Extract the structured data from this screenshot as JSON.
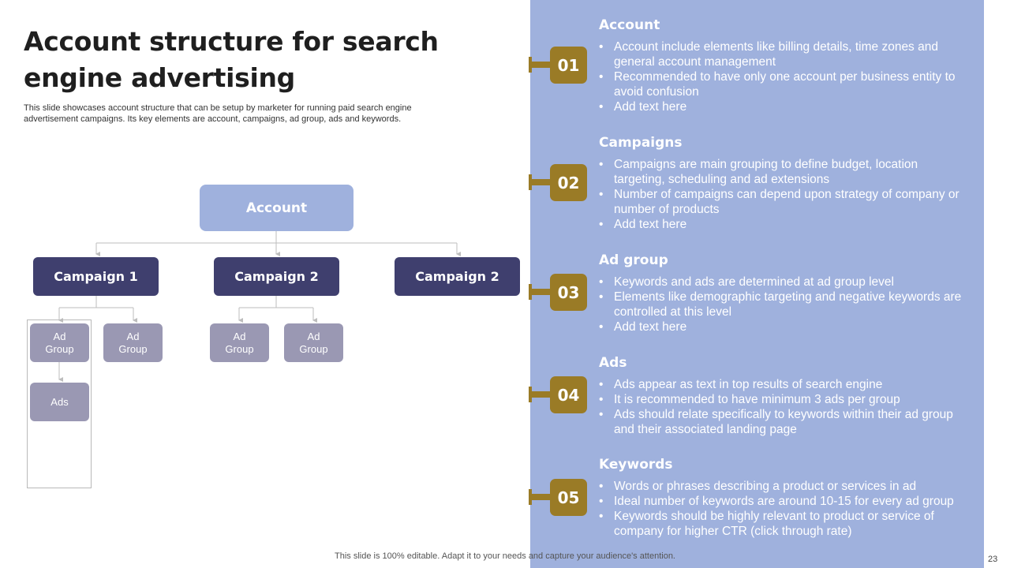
{
  "title": "Account structure for search engine advertising",
  "subtitle": "This slide showcases account structure that can be setup by marketer for running paid search engine advertisement campaigns. Its key elements are account, campaigns, ad group, ads and keywords.",
  "diagram": {
    "root": "Account",
    "campaigns": [
      "Campaign 1",
      "Campaign 2",
      "Campaign 2"
    ],
    "ad_group_label": "Ad Group",
    "ads_label": "Ads"
  },
  "sections": [
    {
      "number": "01",
      "title": "Account",
      "bullets": [
        "Account include elements like billing details, time zones and general account management",
        "Recommended to have only one account per business entity to avoid confusion",
        "Add text here"
      ]
    },
    {
      "number": "02",
      "title": "Campaigns",
      "bullets": [
        "Campaigns are main grouping to define budget, location targeting, scheduling and ad extensions",
        "Number of campaigns can depend upon strategy of company or number of products",
        "Add text here"
      ]
    },
    {
      "number": "03",
      "title": "Ad group",
      "bullets": [
        "Keywords and ads are determined at ad group level",
        "Elements like demographic targeting and negative keywords are controlled at this level",
        "Add text here"
      ]
    },
    {
      "number": "04",
      "title": "Ads",
      "bullets": [
        "Ads appear as text in top results of search engine",
        "It is recommended to have minimum 3 ads per group",
        "Ads should relate specifically to keywords within their ad group and their associated landing page"
      ]
    },
    {
      "number": "05",
      "title": "Keywords",
      "bullets": [
        "Words or phrases describing a product or services in ad",
        "Ideal number of keywords are around 10-15 for every ad group",
        "Keywords should be highly relevant to product or service of company for higher CTR (click through rate)"
      ]
    }
  ],
  "footer": "This slide is 100% editable. Adapt it to your needs and capture your audience's attention.",
  "page_number": "23",
  "colors": {
    "panel": "#9fb1dd",
    "campaign": "#3f3f6e",
    "ad_group": "#9a98b3",
    "badge": "#9a7b26"
  }
}
